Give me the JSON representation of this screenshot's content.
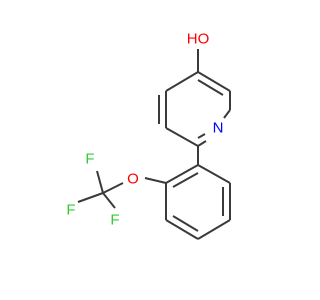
{
  "molecule": {
    "atoms": {
      "hydroxyl": {
        "label": "HO",
        "color": "#ff0000"
      },
      "pyridine_n": {
        "label": "N",
        "color": "#0000ff"
      },
      "ether_o": {
        "label": "O",
        "color": "#ff0000"
      },
      "fluorine_1": {
        "label": "F",
        "color": "#33cc33"
      },
      "fluorine_2": {
        "label": "F",
        "color": "#33cc33"
      },
      "fluorine_3": {
        "label": "F",
        "color": "#33cc33"
      }
    },
    "bond_color": "#3a3a3a"
  }
}
